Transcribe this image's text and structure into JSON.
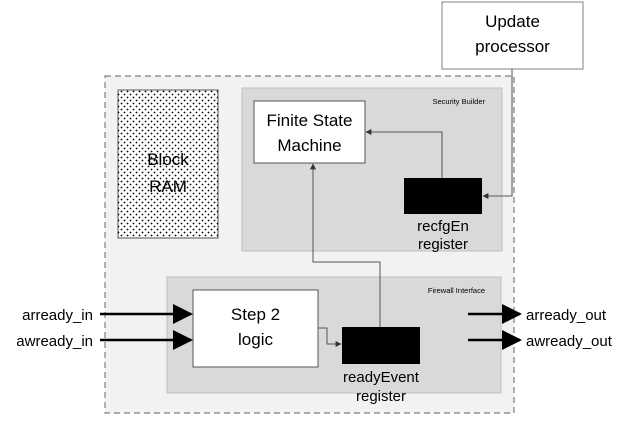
{
  "update_processor": {
    "line1": "Update",
    "line2": "processor"
  },
  "block_ram": {
    "line1": "Block",
    "line2": "RAM"
  },
  "security_builder": {
    "title": "Security Builder",
    "fsm": {
      "line1": "Finite State",
      "line2": "Machine"
    },
    "register": {
      "line1": "recfgEn",
      "line2": "register"
    }
  },
  "firewall_interface": {
    "title": "Firewall Interface",
    "step2": {
      "line1": "Step 2",
      "line2": "logic"
    },
    "register": {
      "line1": "readyEvent",
      "line2": "register"
    }
  },
  "inputs": [
    "arready_in",
    "awready_in"
  ],
  "outputs": [
    "arready_out",
    "awready_out"
  ],
  "colors": {
    "outer_fill": "#f2f2f2",
    "inner_fill": "#d9d9d9",
    "register_fill": "#000000",
    "line": "#555555"
  }
}
